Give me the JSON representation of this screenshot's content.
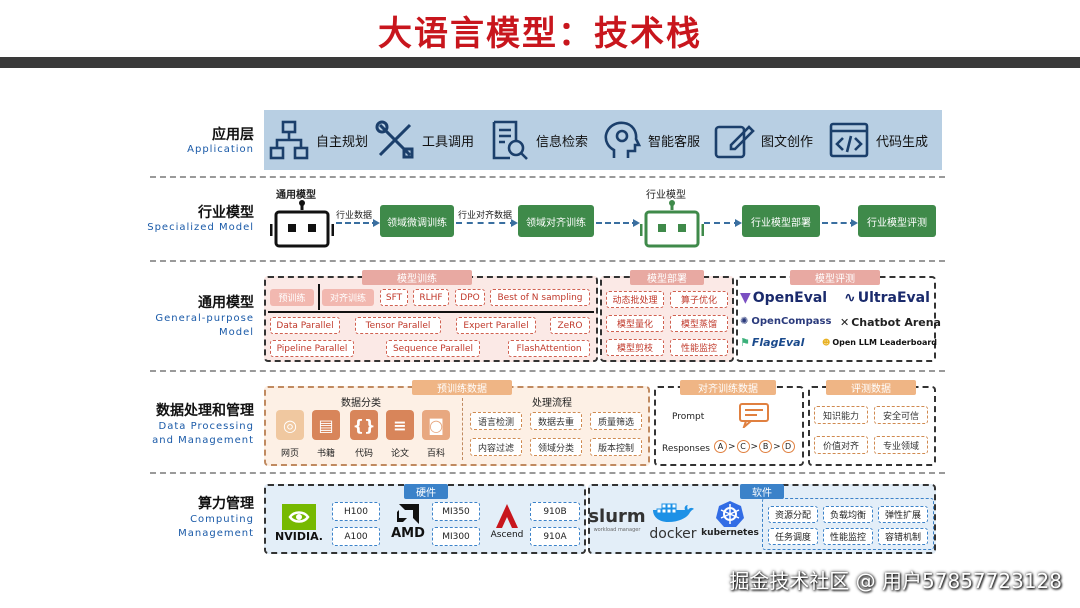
{
  "title": "大语言模型：技术栈",
  "layers": {
    "application": {
      "zh": "应用层",
      "en": "Application"
    },
    "specialized": {
      "zh": "行业模型",
      "en": "Specialized Model"
    },
    "general": {
      "zh": "通用模型",
      "en1": "General-purpose",
      "en2": "Model"
    },
    "data": {
      "zh": "数据处理和管理",
      "en1": "Data Processing",
      "en2": "and Management"
    },
    "compute": {
      "zh": "算力管理",
      "en1": "Computing",
      "en2": "Management"
    }
  },
  "applications": [
    {
      "label": "自主规划",
      "icon": "hierarchy-icon"
    },
    {
      "label": "工具调用",
      "icon": "tools-icon"
    },
    {
      "label": "信息检索",
      "icon": "document-search-icon"
    },
    {
      "label": "智能客服",
      "icon": "head-gear-icon"
    },
    {
      "label": "图文创作",
      "icon": "edit-icon"
    },
    {
      "label": "代码生成",
      "icon": "code-icon"
    }
  ],
  "specialized": {
    "general_model": "通用模型",
    "industry_data": "行业数据",
    "domain_finetune": "领域微调训练",
    "industry_align_data": "行业对齐数据",
    "domain_align": "领域对齐训练",
    "industry_model": "行业模型",
    "deploy": "行业模型部署",
    "evaluate": "行业模型评测"
  },
  "general": {
    "training_title": "模型训练",
    "pretrain": "预训练",
    "align": "对齐训练",
    "sft": "SFT",
    "rlhf": "RLHF",
    "dpo": "DPO",
    "bon": "Best of N sampling",
    "data_parallel": "Data Parallel",
    "tensor_parallel": "Tensor Parallel",
    "expert_parallel": "Expert Parallel",
    "zero": "ZeRO",
    "pipeline_parallel": "Pipeline Parallel",
    "sequence_parallel": "Sequence Parallel",
    "flash_attention": "FlashAttention",
    "deploy_title": "模型部署",
    "deploy_items": [
      "动态批处理",
      "算子优化",
      "模型量化",
      "模型蒸馏",
      "模型剪枝",
      "性能监控"
    ],
    "eval_title": "模型评测",
    "eval_items": [
      "OpenEval",
      "UltraEval",
      "OpenCompass",
      "Chatbot Arena",
      "FlagEval",
      "Open LLM Leaderboard"
    ]
  },
  "data": {
    "pretrain_title": "预训练数据",
    "classify_title": "数据分类",
    "categories": [
      "网页",
      "书籍",
      "代码",
      "论文",
      "百科"
    ],
    "process_title": "处理流程",
    "process_items": [
      "语言检测",
      "数据去重",
      "质量筛选",
      "内容过滤",
      "领域分类",
      "版本控制"
    ],
    "align_title": "对齐训练数据",
    "prompt": "Prompt",
    "responses": "Responses",
    "ranking": [
      "A",
      ">",
      "C",
      ">",
      "B",
      ">",
      "D"
    ],
    "eval_title": "评测数据",
    "eval_items": [
      "知识能力",
      "安全可信",
      "价值对齐",
      "专业领域"
    ]
  },
  "compute": {
    "hardware_title": "硬件",
    "nvidia": "NVIDIA.",
    "nvidia_chips": [
      "H100",
      "A100"
    ],
    "amd": "AMD",
    "amd_chips": [
      "MI350",
      "MI300"
    ],
    "ascend": "Ascend",
    "ascend_chips": [
      "910B",
      "910A"
    ],
    "software_title": "软件",
    "slurm": "slurm",
    "slurm_sub": "workload manager",
    "docker": "docker",
    "kubernetes": "kubernetes",
    "sw_items": [
      "资源分配",
      "负载均衡",
      "弹性扩展",
      "任务调度",
      "性能监控",
      "容错机制"
    ]
  },
  "watermark": "掘金技术社区 @ 用户57857723128"
}
